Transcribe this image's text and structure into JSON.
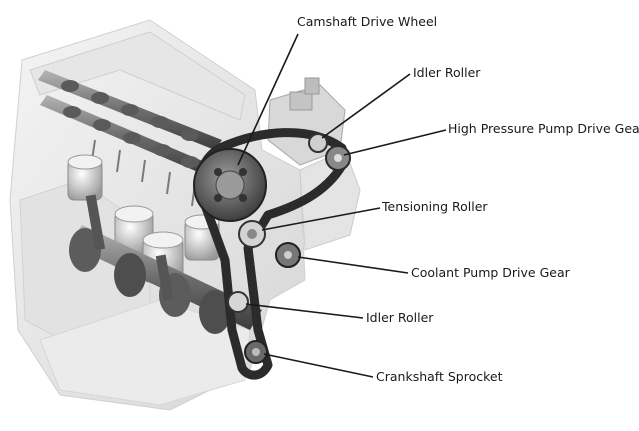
{
  "labels": {
    "camshaft_drive_wheel": "Camshaft Drive Wheel",
    "idler_roller_upper": "Idler Roller",
    "high_pressure_pump_drive_gear": "High Pressure Pump Drive Gear",
    "tensioning_roller": "Tensioning Roller",
    "coolant_pump_drive_gear": "Coolant Pump Drive Gear",
    "idler_roller_lower": "Idler Roller",
    "crankshaft_sprocket": "Crankshaft Sprocket"
  },
  "colors": {
    "engine_ghost": "#d9d9d9",
    "engine_light": "#eeeeee",
    "metal_dark": "#3a3a3a",
    "metal_mid": "#8a8a8a",
    "belt": "#2b2b2b",
    "leader_line": "#1a1a1a"
  }
}
